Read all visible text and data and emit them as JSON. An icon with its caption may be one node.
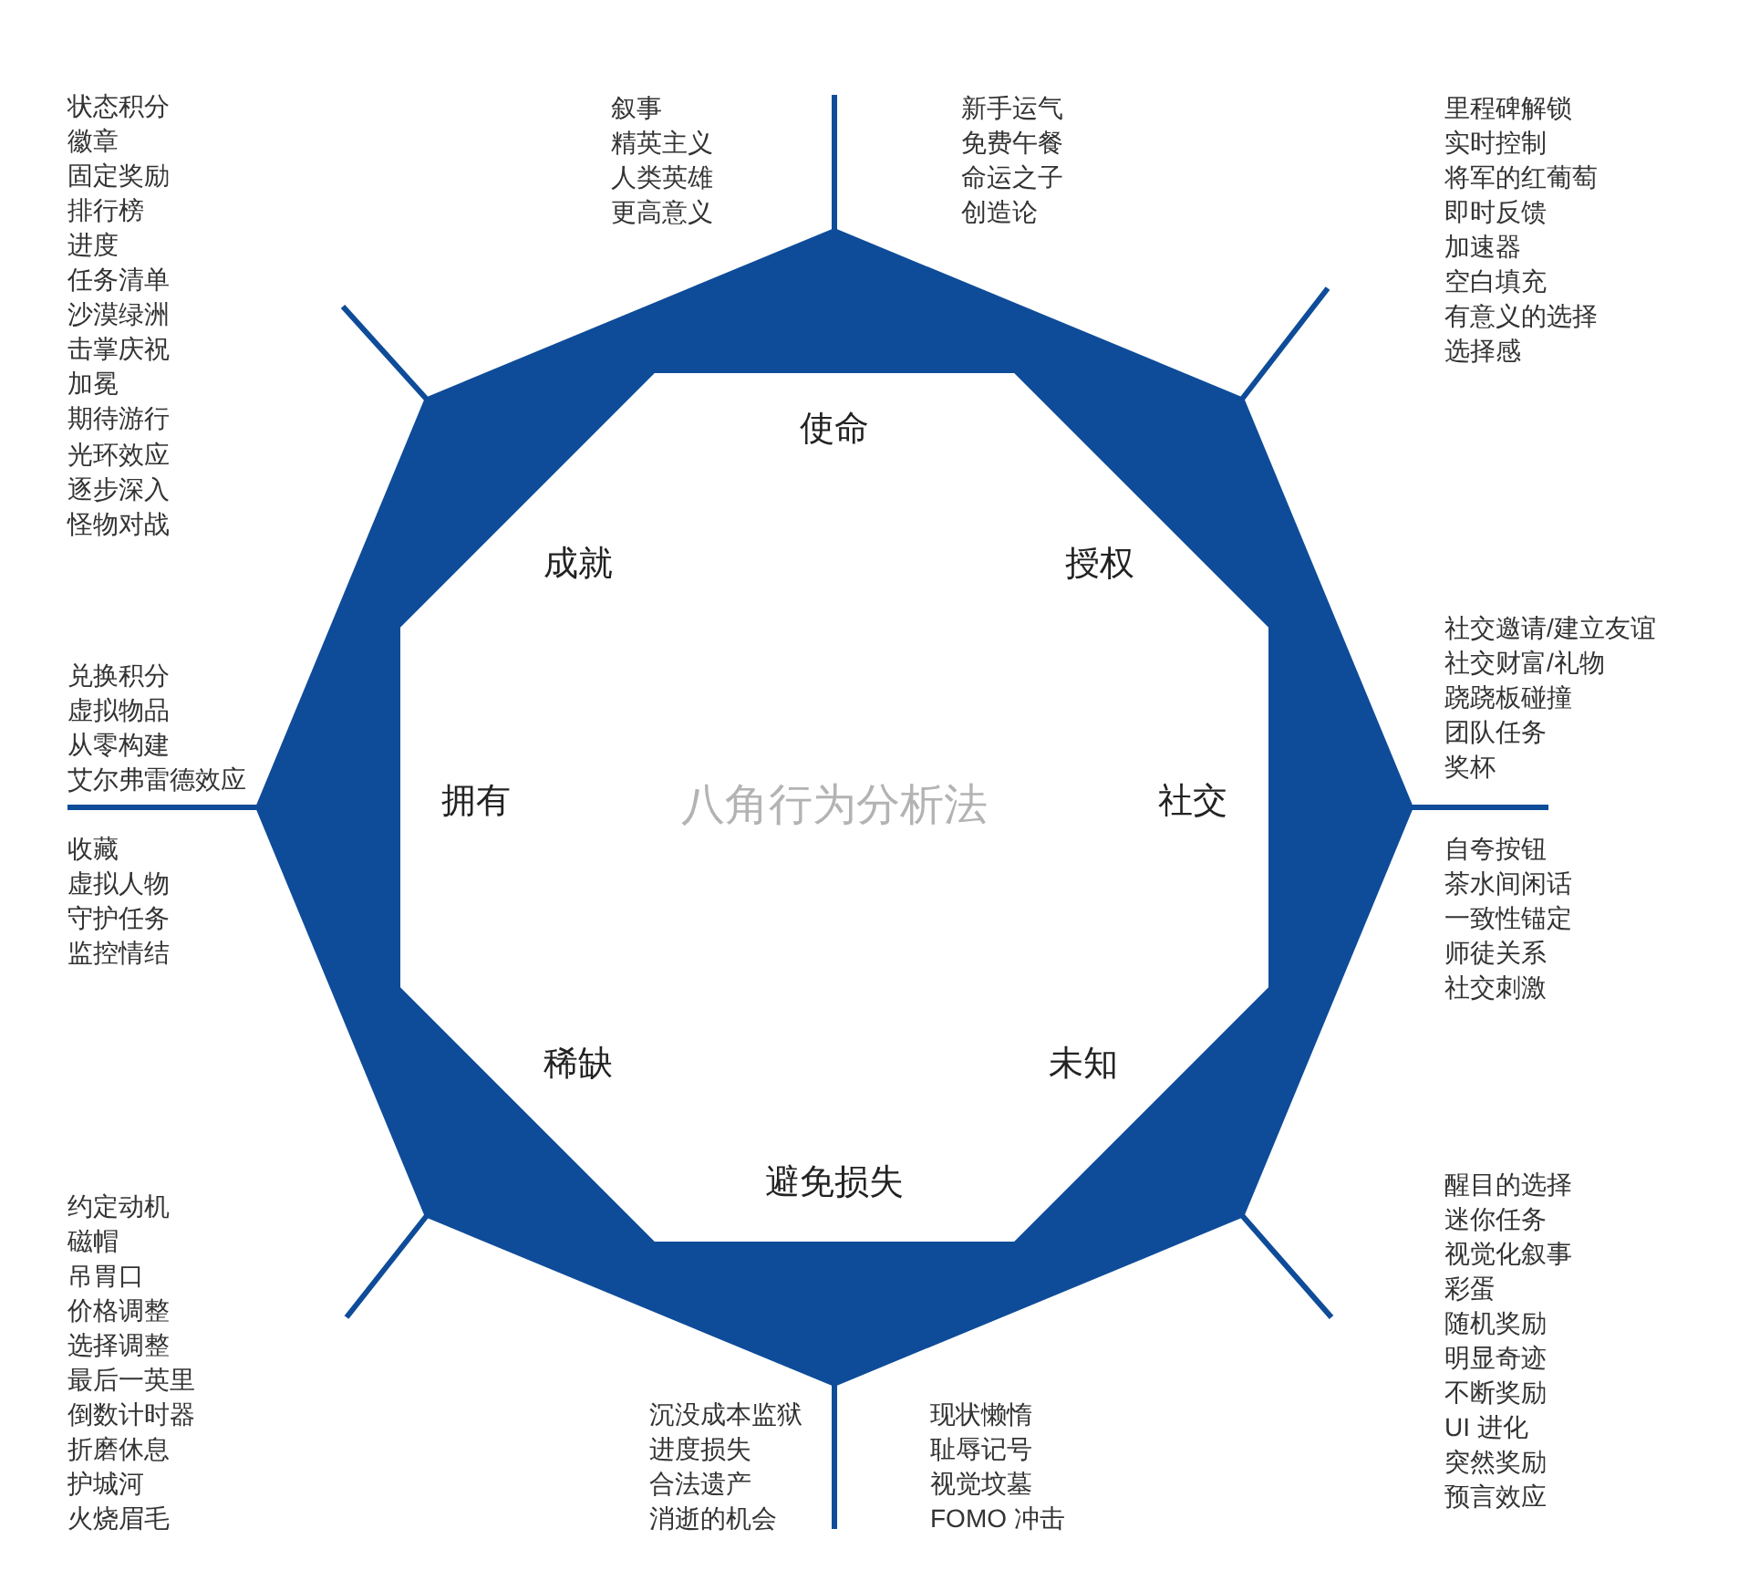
{
  "diagram": {
    "title": "八角行为分析法",
    "nodes": [
      {
        "text": [
          "使命",
          "授权",
          "社交",
          "未知",
          "避免损失",
          "稀缺",
          "拥有",
          "成就"
        ]
      }
    ],
    "labels": [
      "状态积分",
      "徽章",
      "固定奖励",
      "排行榜",
      "进度",
      "任务清单",
      "沙漠绿洲",
      "击掌庆祝",
      "加冕",
      "期待游行",
      "光环效应",
      "逐步深入",
      "怪物对战",
      "兑换积分",
      "虚拟物品",
      "从零构建",
      "艾尔弗雷德效应",
      "收藏",
      "虚拟人物",
      "守护任务",
      "监控情结",
      "约定动机",
      "磁帽",
      "吊胃口",
      "价格调整",
      "选择调整",
      "最后一英里",
      "倒数计时器",
      "折磨休息",
      "护城河",
      "火烧眉毛",
      "叙事",
      "精英主义",
      "人类英雄",
      "更高意义",
      "沉没成本监狱",
      "进度损失",
      "合法遗产",
      "消逝的机会",
      "新手运气",
      "免费午餐",
      "命运之子",
      "创造论",
      "现状懒惰",
      "耻辱记号",
      "视觉坟墓",
      "FOMO 冲击",
      "里程碑解锁",
      "实时控制",
      "将军的红葡萄",
      "即时反馈",
      "加速器",
      "空白填充",
      "有意义的选择",
      "选择感",
      "社交邀请/建立友谊",
      "社交财富/礼物",
      "跷跷板碰撞",
      "团队任务",
      "奖杯",
      "自夸按钮",
      "茶水间闲话",
      "一致性锚定",
      "师徒关系",
      "社交刺激",
      "醒目的选择",
      "迷你任务",
      "视觉化叙事",
      "彩蛋",
      "随机奖励",
      "明显奇迹",
      "不断奖励",
      "UI 进化",
      "突然奖励",
      "预言效应"
    ]
  }
}
